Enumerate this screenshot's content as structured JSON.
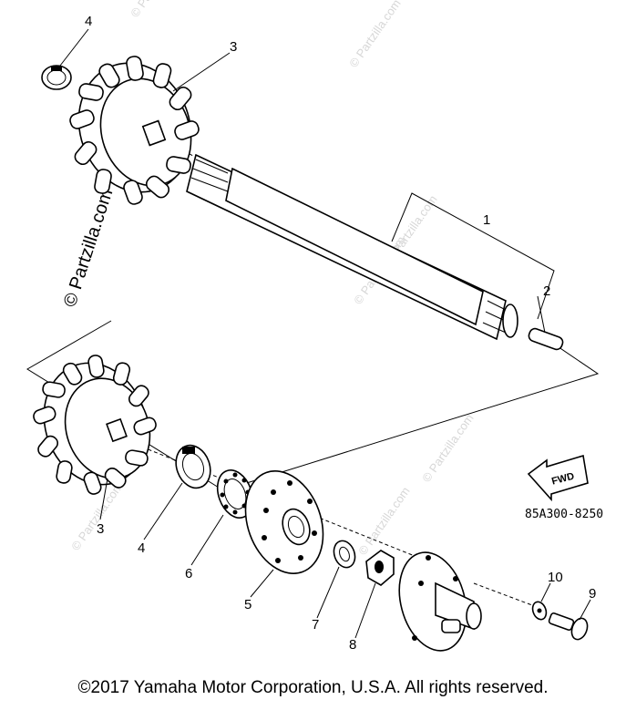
{
  "diagram": {
    "callouts": [
      {
        "id": "c1",
        "label": "1"
      },
      {
        "id": "c2",
        "label": "2"
      },
      {
        "id": "c3a",
        "label": "3"
      },
      {
        "id": "c3b",
        "label": "3"
      },
      {
        "id": "c4a",
        "label": "4"
      },
      {
        "id": "c4b",
        "label": "4"
      },
      {
        "id": "c5",
        "label": "5"
      },
      {
        "id": "c6",
        "label": "6"
      },
      {
        "id": "c7",
        "label": "7"
      },
      {
        "id": "c8",
        "label": "8"
      },
      {
        "id": "c9",
        "label": "9"
      },
      {
        "id": "c10",
        "label": "10"
      }
    ],
    "drawing_code": "85A300-8250",
    "fwd_label": "FWD",
    "watermark": "© Partzilla.com",
    "copyright": "©2017  Yamaha Motor Corporation, U.S.A. All rights reserved."
  }
}
